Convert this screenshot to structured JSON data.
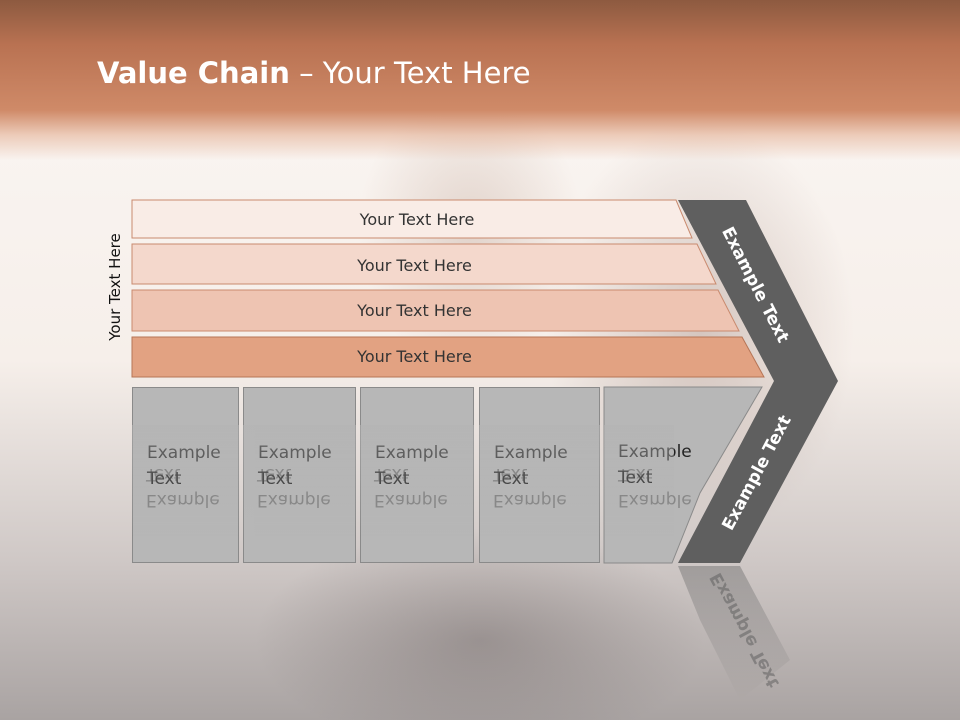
{
  "title": {
    "bold": "Value Chain",
    "rest": " – Your Text Here"
  },
  "side_label": "Your Text Here",
  "bands": [
    {
      "label": "Your Text Here",
      "color": "#f9ece6"
    },
    {
      "label": "Your Text Here",
      "color": "#f4d8cc"
    },
    {
      "label": "Your Text Here",
      "color": "#eec4b2"
    },
    {
      "label": "Your Text Here",
      "color": "#e2a282"
    }
  ],
  "columns": [
    {
      "line1": "Example",
      "line2": "Text"
    },
    {
      "line1": "Example",
      "line2": "Text"
    },
    {
      "line1": "Example",
      "line2": "Text"
    },
    {
      "line1": "Example",
      "line2": "Text"
    },
    {
      "line1": "Example",
      "line2": "Text"
    }
  ],
  "chevron": {
    "upper_label": "Example Text",
    "lower_label": "Example Text",
    "color": "#5f5f5f"
  }
}
